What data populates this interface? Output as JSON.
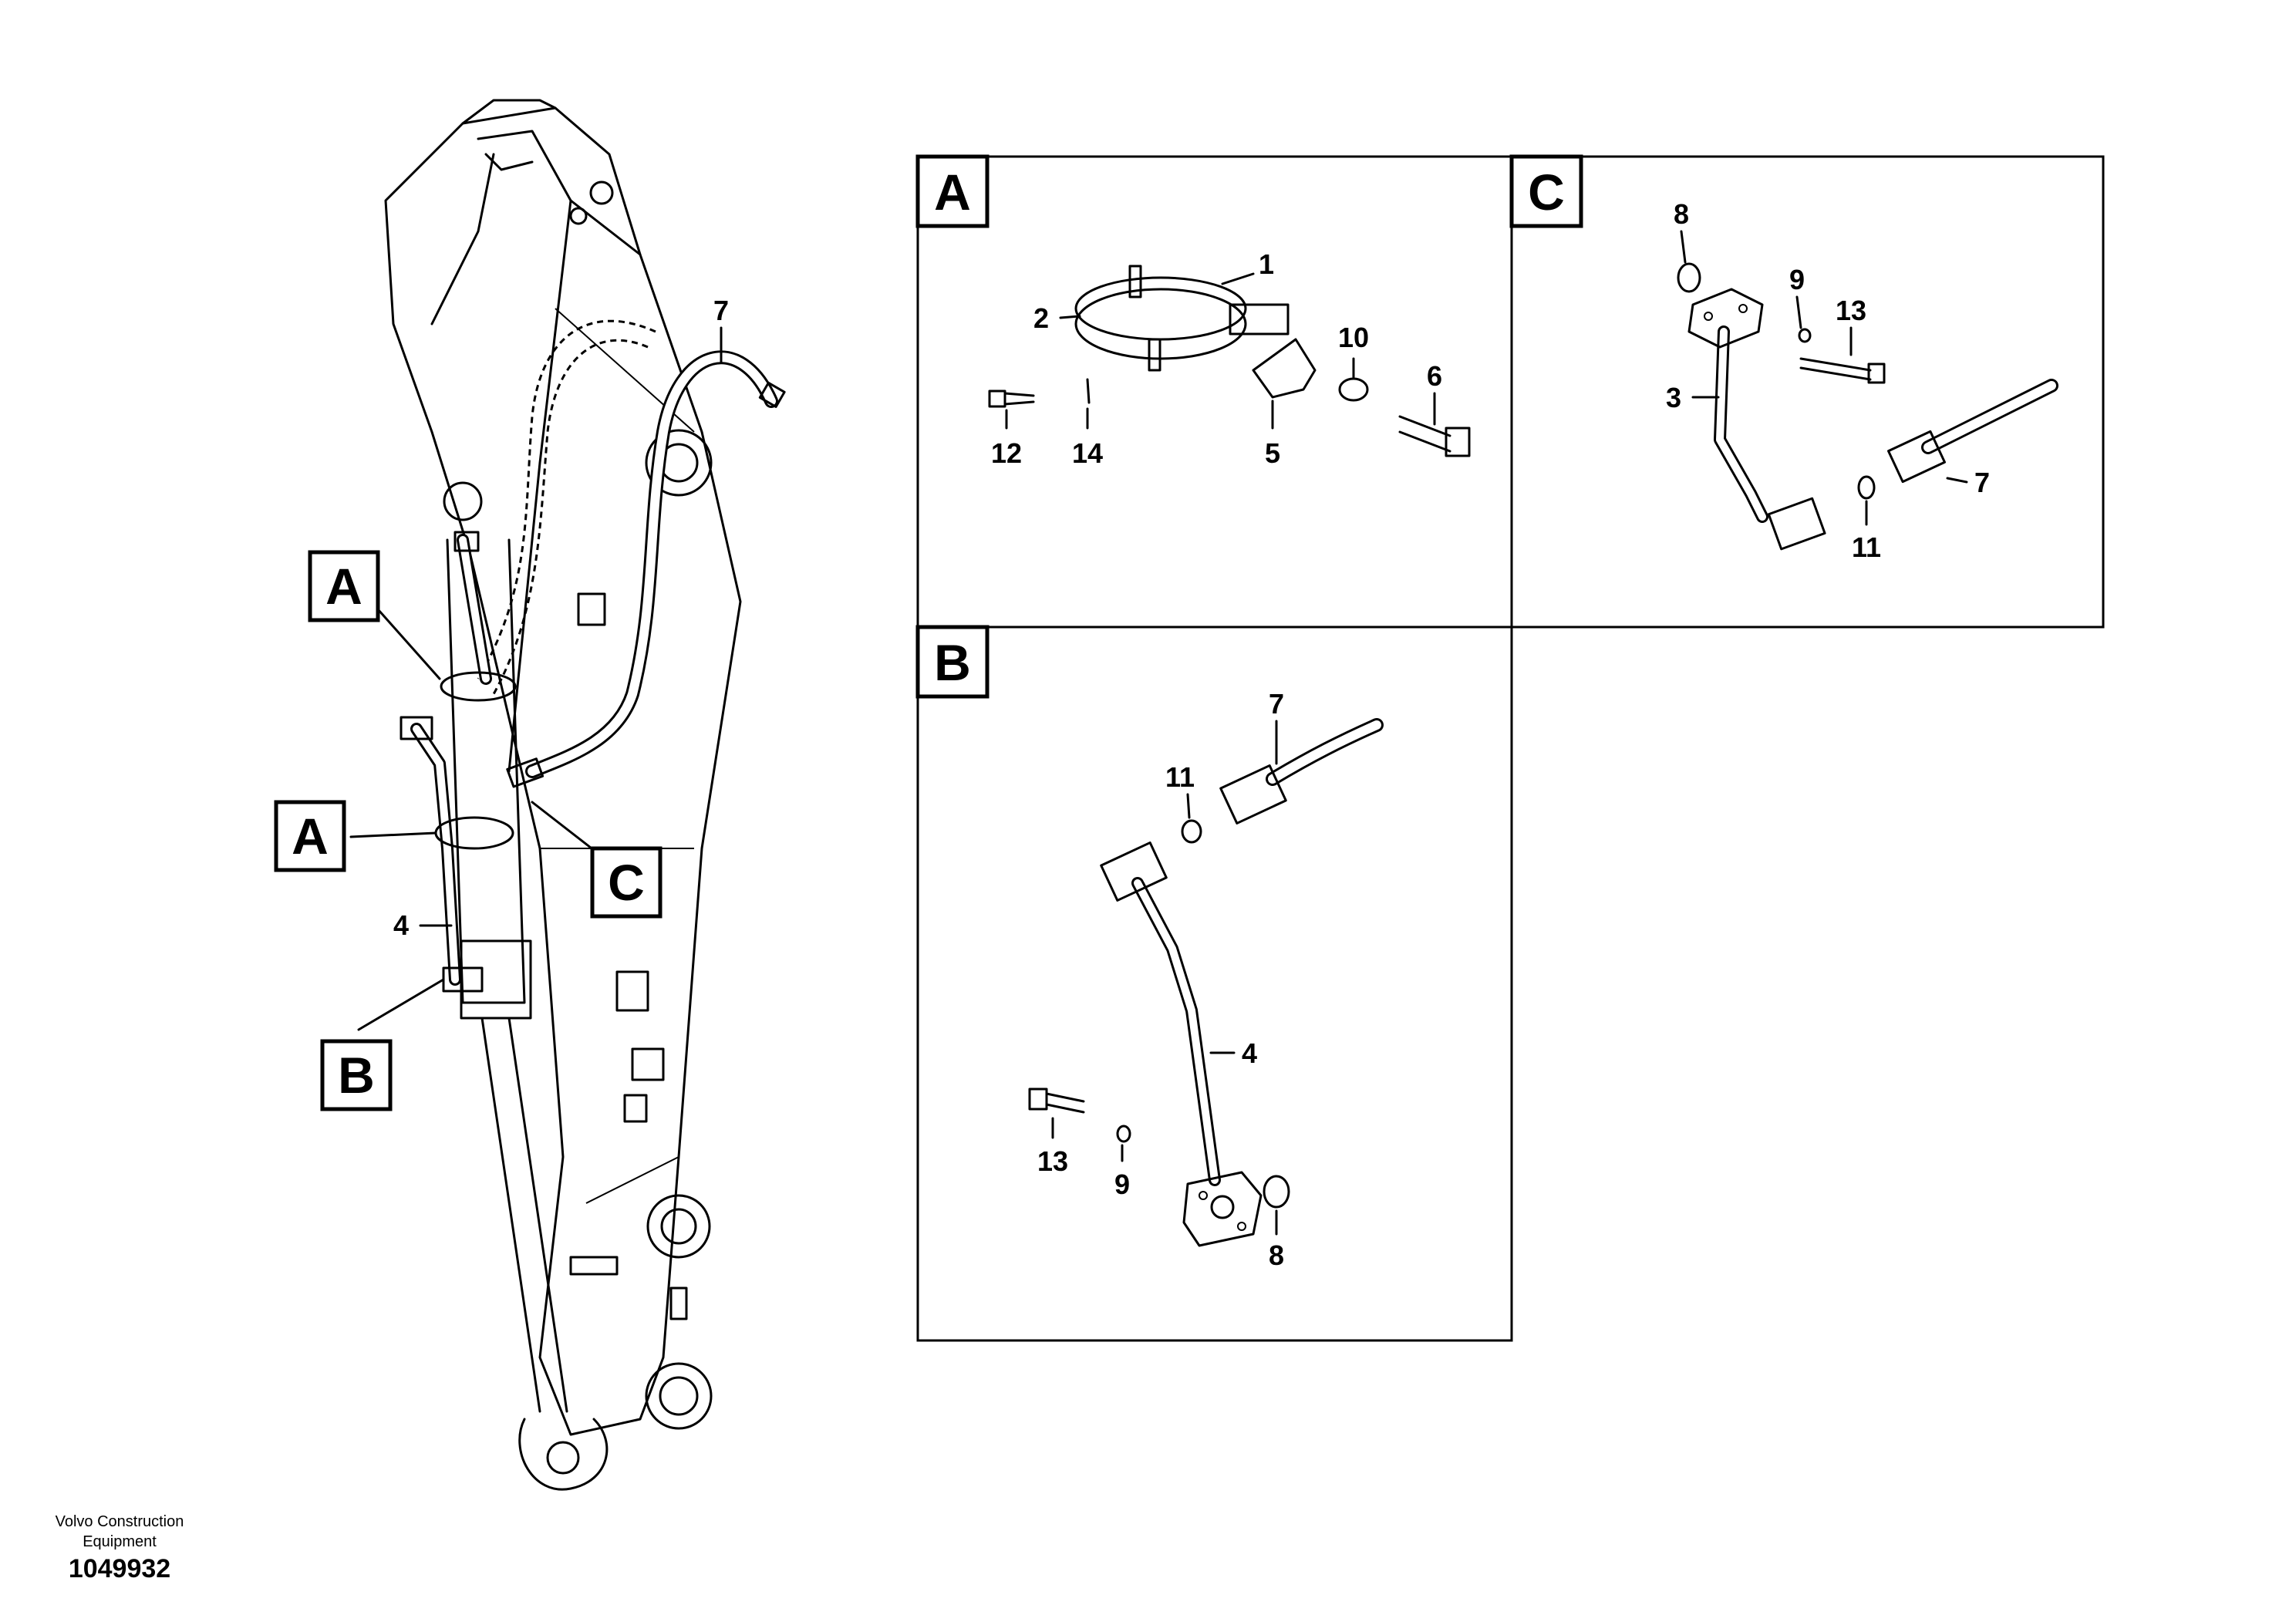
{
  "callouts": {
    "A": "A",
    "B": "B",
    "C": "C"
  },
  "main_labels": {
    "hose": "7",
    "pipe": "4"
  },
  "panel_a": {
    "title": "A",
    "labels": [
      "1",
      "2",
      "10",
      "6",
      "12",
      "14",
      "5"
    ]
  },
  "panel_b": {
    "title": "B",
    "labels": [
      "7",
      "11",
      "4",
      "13",
      "9",
      "8"
    ]
  },
  "panel_c": {
    "title": "C",
    "labels": [
      "8",
      "9",
      "13",
      "3",
      "7",
      "11"
    ]
  },
  "footer": {
    "company_line1": "Volvo Construction",
    "company_line2": "Equipment",
    "drawing_number": "1049932"
  }
}
